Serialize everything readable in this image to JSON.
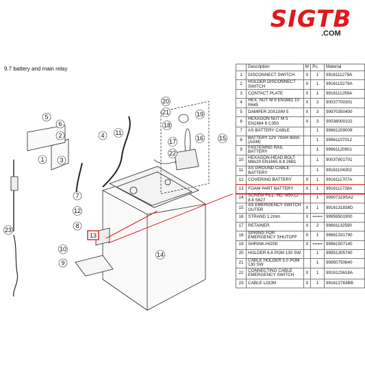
{
  "brand": {
    "logo_text": "SIGTB",
    "domain": ".COM",
    "accent": "#e0191b"
  },
  "section_title": "9.7  battery and main relay",
  "table": {
    "headers": {
      "pos": "",
      "description": "Description",
      "m": "M",
      "pc": "Pc.",
      "material": "Material"
    },
    "highlighted_row": 13,
    "rows": [
      {
        "pos": "1",
        "description": "DISCONNECT SWITCH",
        "m": "X",
        "pc": "1",
        "material": "9916111279A"
      },
      {
        "pos": "2",
        "description": "HOLDER DISCONNECT SWITCH",
        "m": "X",
        "pc": "1",
        "material": "9916115279A"
      },
      {
        "pos": "3",
        "description": "CONTACT PLATE",
        "m": "X",
        "pc": "1",
        "material": "9916111299A"
      },
      {
        "pos": "4",
        "description": "HEX. NUT M 8 EN1661 10 R645",
        "m": "X",
        "pc": "3",
        "material": "90037700301"
      },
      {
        "pos": "5",
        "description": "DAMPER 20X10/M 5",
        "m": "X",
        "pc": "3",
        "material": "99970350400"
      },
      {
        "pos": "6",
        "description": "HEXAGON NUT M 5 EN1664 8 C350",
        "m": "X",
        "pc": "3",
        "material": "90038000102"
      },
      {
        "pos": "7",
        "description": "AS BATTERY CABLE",
        "m": "",
        "pc": "1",
        "material": "99661209009"
      },
      {
        "pos": "8",
        "description": "BATTERY 12V 70AH 450A (AGM)",
        "m": "",
        "pc": "1",
        "material": "99961107012"
      },
      {
        "pos": "9",
        "description": "FASTENING RAIL BATTERY",
        "m": "",
        "pc": "1",
        "material": "99661120901"
      },
      {
        "pos": "10",
        "description": "HEXAGON-HEAD BOLT M8x20 EN1665 8.8 26B1",
        "m": "",
        "pc": "1",
        "material": "90037801701"
      },
      {
        "pos": "11",
        "description": "AS GROUND CABLE BATTERY",
        "m": "",
        "pc": "1",
        "material": "99161104302"
      },
      {
        "pos": "12",
        "description": "COVERING BATTERY",
        "m": "X",
        "pc": "1",
        "material": "9916111707A"
      },
      {
        "pos": "13",
        "description": "FOAM PART BATTERY",
        "m": "X",
        "pc": "1",
        "material": "9916111738A"
      },
      {
        "pos": "14",
        "description": "SCREW FILL. HD. M5X12 8.8 S627",
        "m": "",
        "pc": "1",
        "material": "99907329SA2"
      },
      {
        "pos": "15",
        "description": "AS EMERGENCY SWITCH OUTER",
        "m": "X",
        "pc": "1",
        "material": "9916131838D"
      },
      {
        "pos": "16",
        "description": "STRAND 1,2mm",
        "m": "X",
        "pc": "====",
        "material": "99959501900"
      },
      {
        "pos": "17",
        "description": "RETAINER",
        "m": "X",
        "pc": "2",
        "material": "99661132590"
      },
      {
        "pos": "18",
        "description": "SPRING FOR EMERGENCY SHUTOFF",
        "m": "X",
        "pc": "1",
        "material": "99661331790"
      },
      {
        "pos": "19",
        "description": "SHRINK-HOSE",
        "m": "X",
        "pc": "====",
        "material": "99961507140"
      },
      {
        "pos": "20",
        "description": "HOLDER 6.6 POM 130 SW",
        "m": "",
        "pc": "1",
        "material": "99951305740"
      },
      {
        "pos": "21",
        "description": "CABLE HOLDER 5.0 POM 130 SW",
        "m": "",
        "pc": "1",
        "material": "99950750640"
      },
      {
        "pos": "22",
        "description": "CONNECTING CABLE EMERGENCY SWITCH",
        "m": "X",
        "pc": "1",
        "material": "9916123618A"
      },
      {
        "pos": "23",
        "description": "CABLE LOOM",
        "m": "X",
        "pc": "1",
        "material": "991612763BB"
      }
    ]
  },
  "callouts": [
    "1",
    "2",
    "3",
    "4",
    "5",
    "6",
    "7",
    "8",
    "9",
    "10",
    "11",
    "12",
    "13",
    "14",
    "15",
    "16",
    "17",
    "18",
    "19",
    "20",
    "21",
    "22",
    "23"
  ]
}
